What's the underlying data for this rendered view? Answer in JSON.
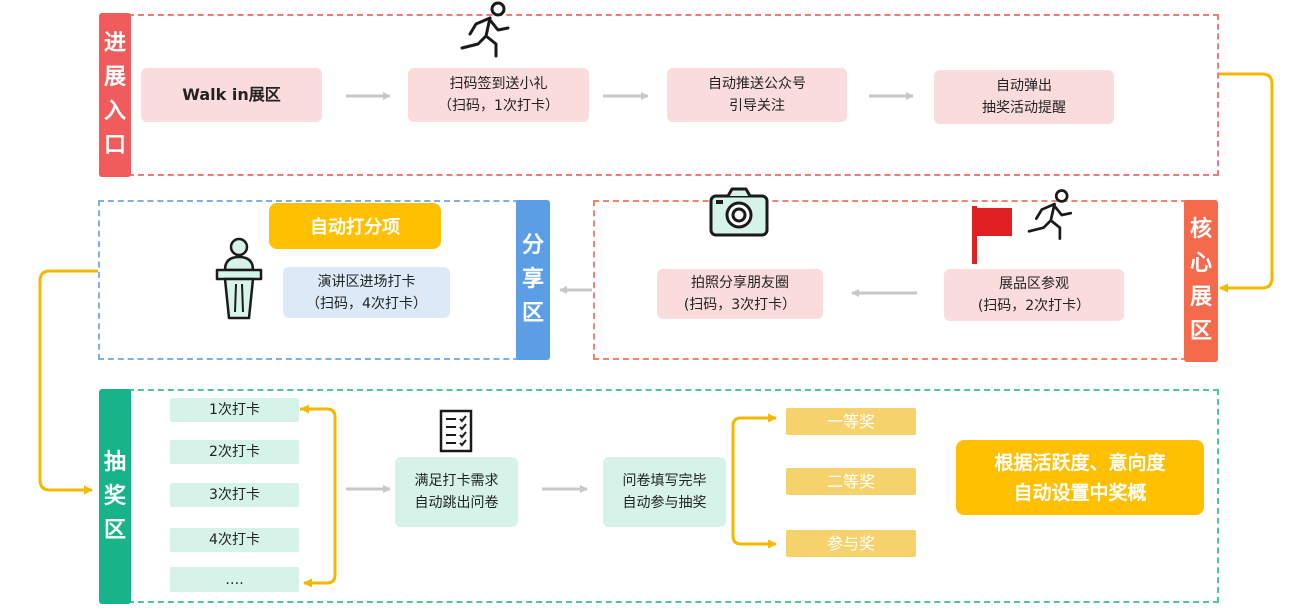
{
  "sections": {
    "entrance": {
      "label": [
        "进",
        "展",
        "入",
        "口"
      ]
    },
    "core": {
      "label": [
        "核",
        "心",
        "展",
        "区"
      ]
    },
    "share": {
      "label": [
        "分",
        "享",
        "区"
      ]
    },
    "lottery": {
      "label": [
        "抽",
        "奖",
        "区"
      ]
    }
  },
  "entrance_flow": [
    {
      "lines": [
        "Walk in展区"
      ]
    },
    {
      "lines": [
        "扫码签到送小礼",
        "（扫码，1次打卡）"
      ]
    },
    {
      "lines": [
        "自动推送公众号",
        "引导关注"
      ]
    },
    {
      "lines": [
        "自动弹出",
        "抽奖活动提醒"
      ]
    }
  ],
  "core_flow": [
    {
      "lines": [
        "展品区参观",
        "(扫码，2次打卡）"
      ]
    },
    {
      "lines": [
        "拍照分享朋友圈",
        "(扫码，3次打卡）"
      ]
    }
  ],
  "share_flow": {
    "badge": "自动打分项",
    "node": {
      "lines": [
        "演讲区进场打卡",
        "（扫码，4次打卡）"
      ]
    }
  },
  "lottery": {
    "checkins": [
      "1次打卡",
      "2次打卡",
      "3次打卡",
      "4次打卡",
      "…."
    ],
    "survey": [
      "满足打卡需求",
      "自动跳出问卷"
    ],
    "complete": [
      "问卷填写完毕",
      "自动参与抽奖"
    ],
    "prizes": [
      "一等奖",
      "二等奖",
      "参与奖"
    ],
    "note": [
      "根据活跃度、意向度",
      "自动设置中奖概"
    ]
  },
  "colors": {
    "entrance": "#f05b5b",
    "core": "#f46a4a",
    "share": "#5b9ee6",
    "lottery": "#17b48a",
    "connector": "#f5b800",
    "arrow": "#c8c8c8"
  },
  "icons": [
    "running-person-icon",
    "camera-icon",
    "red-flag-icon",
    "podium-icon",
    "checklist-icon"
  ]
}
